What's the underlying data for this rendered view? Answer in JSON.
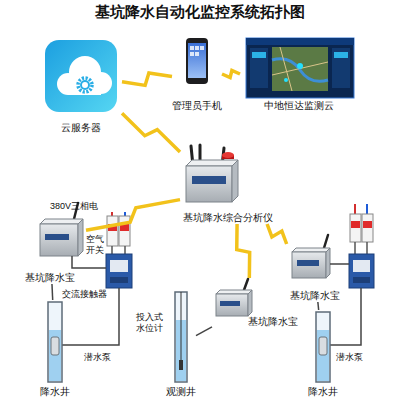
{
  "diagram": {
    "title": "基坑降水自动化监控系统拓扑图",
    "nodes": [
      {
        "text": [
          "云服务器"
        ]
      },
      {
        "text": [
          "管理员手机"
        ]
      },
      {
        "text": [
          "中地恒达监测云"
        ]
      },
      {
        "text": [
          "基坑降水综合分析仪"
        ]
      },
      {
        "text": [
          "基坑降水宝"
        ]
      },
      {
        "text": [
          "基坑降水宝"
        ]
      },
      {
        "text": [
          "基坑降水宝"
        ]
      },
      {
        "text": [
          "降水井"
        ]
      },
      {
        "text": [
          "观测井"
        ]
      },
      {
        "text": [
          "降水井"
        ]
      }
    ],
    "edges": [
      {
        "from": 0,
        "to": 1,
        "arrow": "none"
      },
      {
        "from": 1,
        "to": 2,
        "arrow": "none"
      },
      {
        "from": 0,
        "to": 3,
        "arrow": "none"
      },
      {
        "from": 3,
        "to": 4,
        "arrow": "none"
      },
      {
        "from": 3,
        "to": 5,
        "arrow": "none"
      },
      {
        "from": 3,
        "to": 6,
        "arrow": "none"
      },
      {
        "from": 4,
        "to": 7,
        "arrow": "none"
      },
      {
        "from": 5,
        "to": 8,
        "arrow": "none"
      },
      {
        "from": 6,
        "to": 9,
        "arrow": "none"
      }
    ],
    "labels": [
      "380V三相电",
      "空气 开关",
      "交流接触器",
      "潜水泵",
      "投入式 水位计",
      "潜水泵"
    ]
  }
}
